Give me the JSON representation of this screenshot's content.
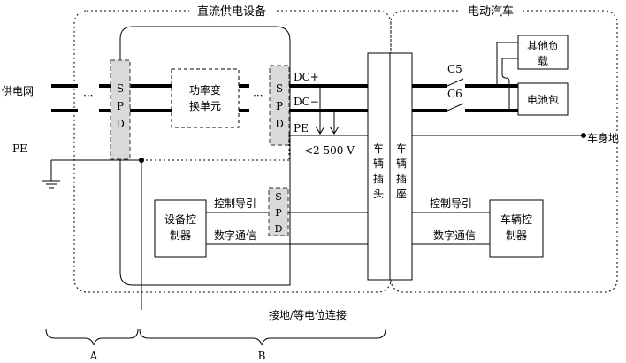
{
  "labels": {
    "dc_supply_equipment": "直流供电设备",
    "electric_vehicle": "电动汽车",
    "grid": "供电网",
    "pe": "PE",
    "power_conversion_line1": "功率变",
    "power_conversion_line2": "换单元",
    "dc_plus": "DC+",
    "dc_minus": "DC−",
    "pe_line": "PE",
    "voltage_limit": "<2 500 V",
    "vehicle_plug": "车辆插头",
    "vehicle_socket": "车辆插座",
    "c5": "C5",
    "c6": "C6",
    "other_loads_line1": "其他负",
    "other_loads_line2": "载",
    "battery_pack": "电池包",
    "vehicle_chassis": "车身地",
    "equipment_controller_line1": "设备控",
    "equipment_controller_line2": "制器",
    "control_pilot_left": "控制导引",
    "digital_comm_left": "数字通信",
    "control_pilot_right": "控制导引",
    "digital_comm_right": "数字通信",
    "vehicle_controller_line1": "车辆控",
    "vehicle_controller_line2": "制器",
    "grounding": "接地/等电位连接",
    "region_a": "A",
    "region_b": "B",
    "dots": "···"
  },
  "spd_letters": [
    "S",
    "P",
    "D"
  ]
}
